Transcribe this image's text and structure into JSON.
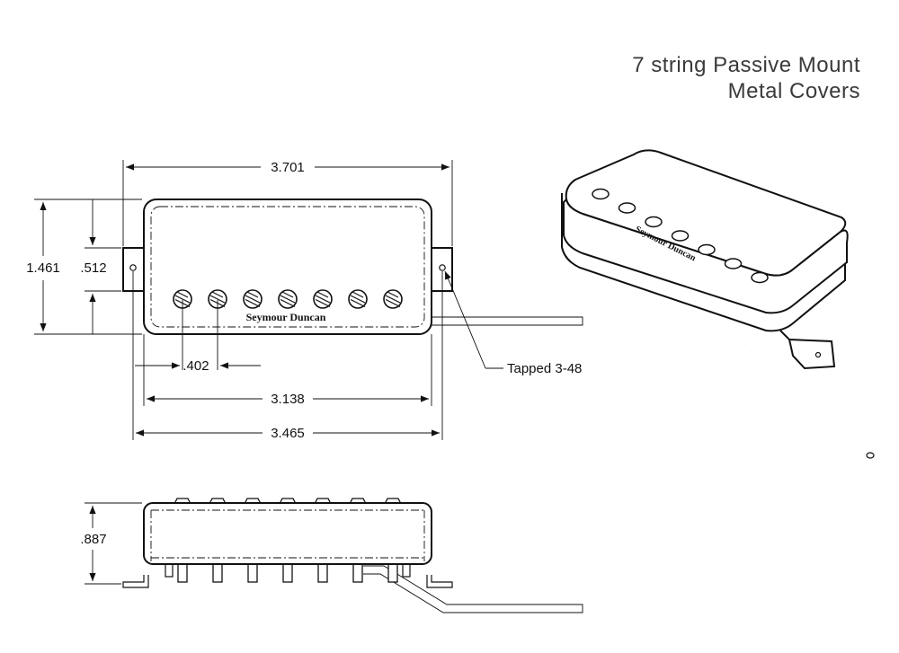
{
  "title": {
    "line1": "7 string Passive Mount",
    "line2": "Metal Covers"
  },
  "dimensions": {
    "overall_length": "3.701",
    "height": "1.461",
    "mount_spacing": ".512",
    "pole_spacing": ".402",
    "cover_length": "3.138",
    "mount_hole_spacing": "3.465",
    "depth": ".887"
  },
  "callout": {
    "tapped": "Tapped 3-48"
  },
  "brand": {
    "top_view": "Seymour Duncan",
    "iso_view": "Seymour Duncan"
  },
  "pole_count": 7,
  "colors": {
    "line": "#111111",
    "title": "#3a3a3a"
  }
}
